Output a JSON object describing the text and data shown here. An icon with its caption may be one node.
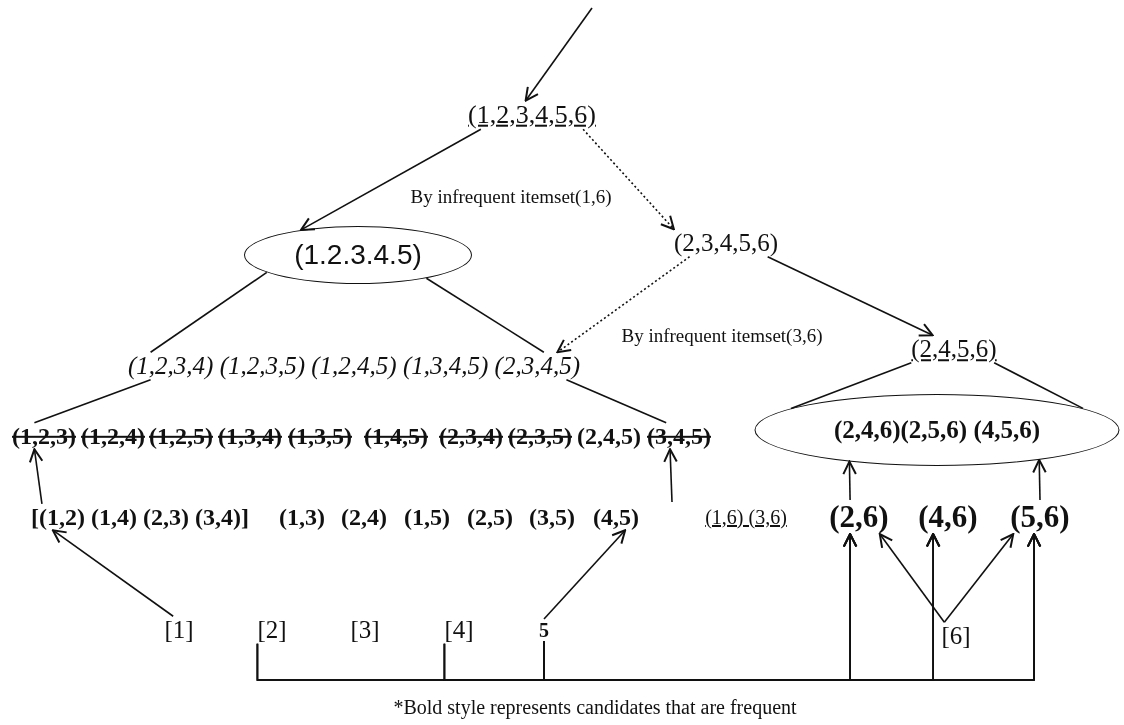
{
  "diagram": {
    "caption": "*Bold style represents candidates that are frequent",
    "nodes": [
      {
        "text": [
          "(1,2,3,4,5,6)"
        ]
      },
      {
        "text": [
          "(1.2.3.4.5)"
        ]
      },
      {
        "text": [
          "(2,3,4,5,6)"
        ]
      },
      {
        "text": [
          "(1,2,3,4) (1,2,3,5) (1,2,4,5) (1,3,4,5) (2,3,4,5)"
        ]
      },
      {
        "text": [
          "(2,4,5,6)"
        ]
      },
      {
        "text": [
          "(1,2,3)"
        ]
      },
      {
        "text": [
          "(3,4,5)"
        ]
      },
      {
        "text": [
          "(2,4,6)(2,5,6) (4,5,6)"
        ]
      },
      {
        "text": [
          "[(1,2) (1,4) (2,3) (3,4)]"
        ]
      },
      {
        "text": [
          "(4,5)"
        ]
      },
      {
        "text": [
          "(2,6)"
        ]
      },
      {
        "text": [
          "(4,6)"
        ]
      },
      {
        "text": [
          "(5,6)"
        ]
      },
      {
        "text": [
          "[1]"
        ]
      },
      {
        "text": [
          "[2]"
        ]
      },
      {
        "text": [
          "[4]"
        ]
      },
      {
        "text": [
          "5"
        ]
      },
      {
        "text": [
          "[6]"
        ]
      }
    ],
    "edges": [
      {
        "from": null,
        "to": 0,
        "arrow": "to"
      },
      {
        "from": 0,
        "to": 1,
        "arrow": "to"
      },
      {
        "from": 0,
        "to": 2,
        "arrow": "to",
        "style": "dashed",
        "label": "By infrequent itemset(1,6)"
      },
      {
        "from": 2,
        "to": 3,
        "arrow": "to",
        "style": "dashed",
        "label": "By infrequent itemset(3,6)"
      },
      {
        "from": 2,
        "to": 4,
        "arrow": "to"
      },
      {
        "from": 1,
        "to": 3,
        "arrow": "none"
      },
      {
        "from": 1,
        "to": 3,
        "arrow": "none"
      },
      {
        "from": 3,
        "to": 5,
        "arrow": "none"
      },
      {
        "from": 3,
        "to": 6,
        "arrow": "none"
      },
      {
        "from": 4,
        "to": 7,
        "arrow": "none"
      },
      {
        "from": 4,
        "to": 7,
        "arrow": "none"
      },
      {
        "from": 8,
        "to": 5,
        "arrow": "to"
      },
      {
        "from": null,
        "to": 6,
        "arrow": "to"
      },
      {
        "from": 10,
        "to": 7,
        "arrow": "to"
      },
      {
        "from": 12,
        "to": 7,
        "arrow": "to"
      },
      {
        "from": 13,
        "to": 8,
        "arrow": "to"
      },
      {
        "from": 16,
        "to": 9,
        "arrow": "to"
      },
      {
        "from": 17,
        "to": 10,
        "arrow": "to"
      },
      {
        "from": 17,
        "to": 12,
        "arrow": "to"
      },
      {
        "from": 14,
        "to": 10,
        "arrow": "to"
      },
      {
        "from": 14,
        "to": 11,
        "arrow": "to"
      },
      {
        "from": 14,
        "to": 12,
        "arrow": "to"
      },
      {
        "from": 15,
        "to": 10,
        "arrow": "to"
      },
      {
        "from": 15,
        "to": 11,
        "arrow": "to"
      },
      {
        "from": 15,
        "to": 12,
        "arrow": "to"
      },
      {
        "from": 16,
        "to": 10,
        "arrow": "to"
      },
      {
        "from": 16,
        "to": 11,
        "arrow": "to"
      },
      {
        "from": 16,
        "to": 12,
        "arrow": "to"
      }
    ],
    "labels": [
      "(1,2,4)",
      "(1,2,5)",
      "(1,3,4)",
      "(1,3,5)",
      "(1,4,5)",
      "(2,3,4)",
      "(2,3,5)",
      "(2,4,5)",
      "(1,3)",
      "(2,4)",
      "(1,5)",
      "(2,5)",
      "(3,5)",
      "(1,6) (3,6)",
      "[3]"
    ]
  }
}
